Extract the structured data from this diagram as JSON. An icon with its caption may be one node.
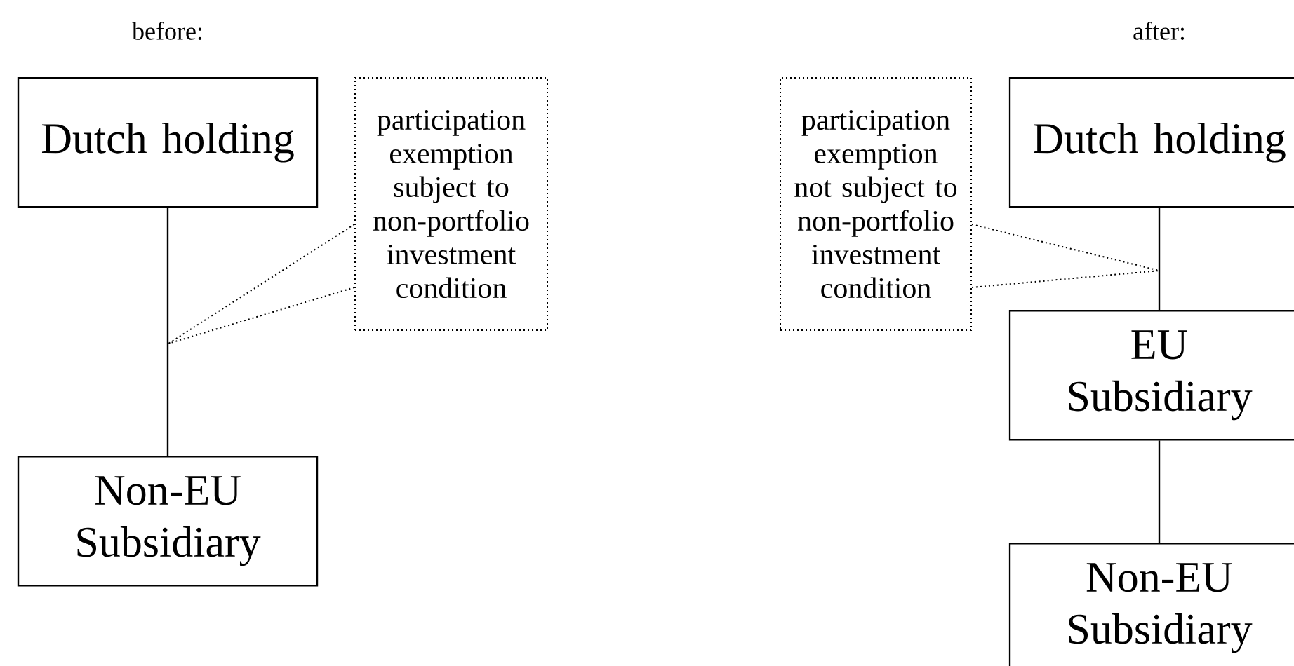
{
  "diagram": {
    "nodes": [
      {
        "text": [
          "Dutch holding"
        ]
      },
      {
        "text": [
          "Non-EU Subsidiary"
        ]
      },
      {
        "text": [
          "participation exemption subject to non-portfolio investment condition"
        ]
      },
      {
        "text": [
          "participation exemption not subject to non-portfolio investment condition"
        ]
      },
      {
        "text": [
          "Dutch holding"
        ]
      },
      {
        "text": [
          "EU Subsidiary"
        ]
      },
      {
        "text": [
          "Non-EU Subsidiary"
        ]
      }
    ],
    "edges": [
      {
        "from": 0,
        "to": 1,
        "arrow": "none"
      },
      {
        "from": 4,
        "to": 5,
        "arrow": "none"
      },
      {
        "from": 5,
        "to": 6,
        "arrow": "none"
      },
      {
        "from": 2,
        "to": null,
        "arrow": "none",
        "style": "dashed"
      },
      {
        "from": 2,
        "to": null,
        "arrow": "none",
        "style": "dashed"
      },
      {
        "from": 3,
        "to": null,
        "arrow": "none",
        "style": "dashed"
      },
      {
        "from": 3,
        "to": null,
        "arrow": "none",
        "style": "dashed"
      }
    ],
    "labels": [
      "before:",
      "after:"
    ]
  }
}
